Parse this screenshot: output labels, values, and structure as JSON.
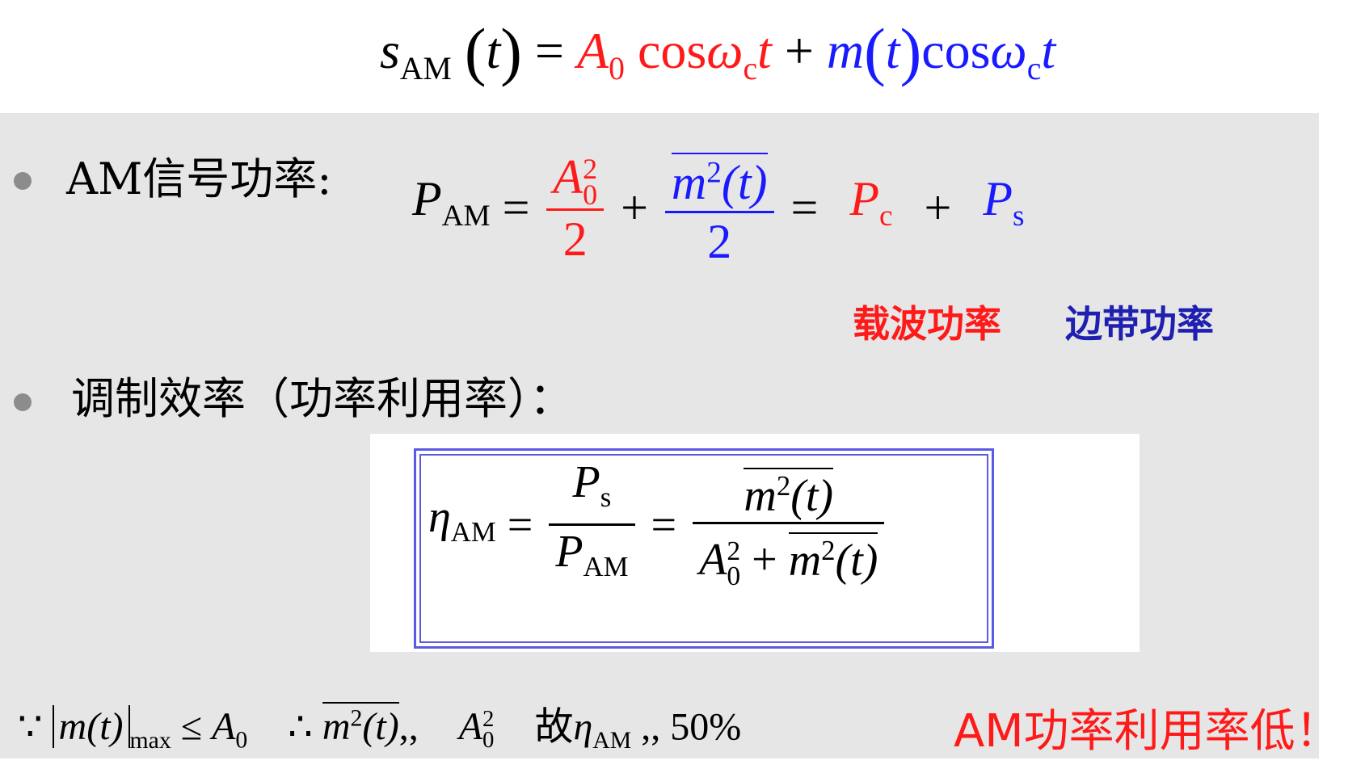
{
  "top_formula": {
    "lhs_s": "s",
    "lhs_sub": "AM",
    "lhs_t": "t",
    "eq": "=",
    "A0_A": "A",
    "A0_sub": "0",
    "cos1": "cos",
    "omega1": "ω",
    "omega1_sub": "c",
    "t1": "t",
    "plus": "+",
    "m": "m",
    "m_t": "t",
    "cos2": "cos",
    "omega2": "ω",
    "omega2_sub": "c",
    "t2": "t"
  },
  "bullets": [
    {
      "text": "AM信号功率:"
    },
    {
      "text": "调制效率（功率利用率）："
    }
  ],
  "power_eq": {
    "P": "P",
    "P_sub": "AM",
    "eq1": "=",
    "f1_num_A": "A",
    "f1_num_sup": "2",
    "f1_num_sub": "0",
    "f1_den": "2",
    "plus": "+",
    "f2_num_m": "m",
    "f2_num_sup": "2",
    "f2_num_t": "(t)",
    "f2_den": "2",
    "eq2": "=",
    "Pc": "P",
    "Pc_sub": "c",
    "plus2": "+",
    "Ps": "P",
    "Ps_sub": "s",
    "label_carrier": "载波功率",
    "label_sideband": "边带功率"
  },
  "efficiency_eq": {
    "eta": "η",
    "eta_sub": "AM",
    "eq1": "=",
    "f1_num": "P",
    "f1_num_sub": "s",
    "f1_den": "P",
    "f1_den_sub": "AM",
    "eq2": "=",
    "f2_num_m": "m",
    "f2_num_sup": "2",
    "f2_num_t": "(t)",
    "f2_den_A": "A",
    "f2_den_A_sup": "2",
    "f2_den_A_sub": "0",
    "f2_den_plus": "+",
    "f2_den_m": "m",
    "f2_den_m_sup": "2",
    "f2_den_t": "(t)"
  },
  "bottom_line": {
    "because": "∵",
    "abs_m": "m(t)",
    "abs_sub": "max",
    "le": "≤",
    "A": "A",
    "A_sub": "0",
    "therefore": "∴",
    "m": "m",
    "m_sup": "2",
    "m_t": "(t)",
    "sep1": ",,",
    "A2": "A",
    "A2_sub": "0",
    "A2_sup": "2",
    "gu": "故",
    "eta": "η",
    "eta_sub": "AM",
    "sep2": ",,",
    "pct": "50%",
    "conclusion": "AM功率利用率低！"
  },
  "colors": {
    "red": "#ff1a1a",
    "blue": "#1a1aff",
    "navy": "#1f1fb0",
    "panel": "#e6e6e6",
    "box_border": "#5a5ae6"
  }
}
